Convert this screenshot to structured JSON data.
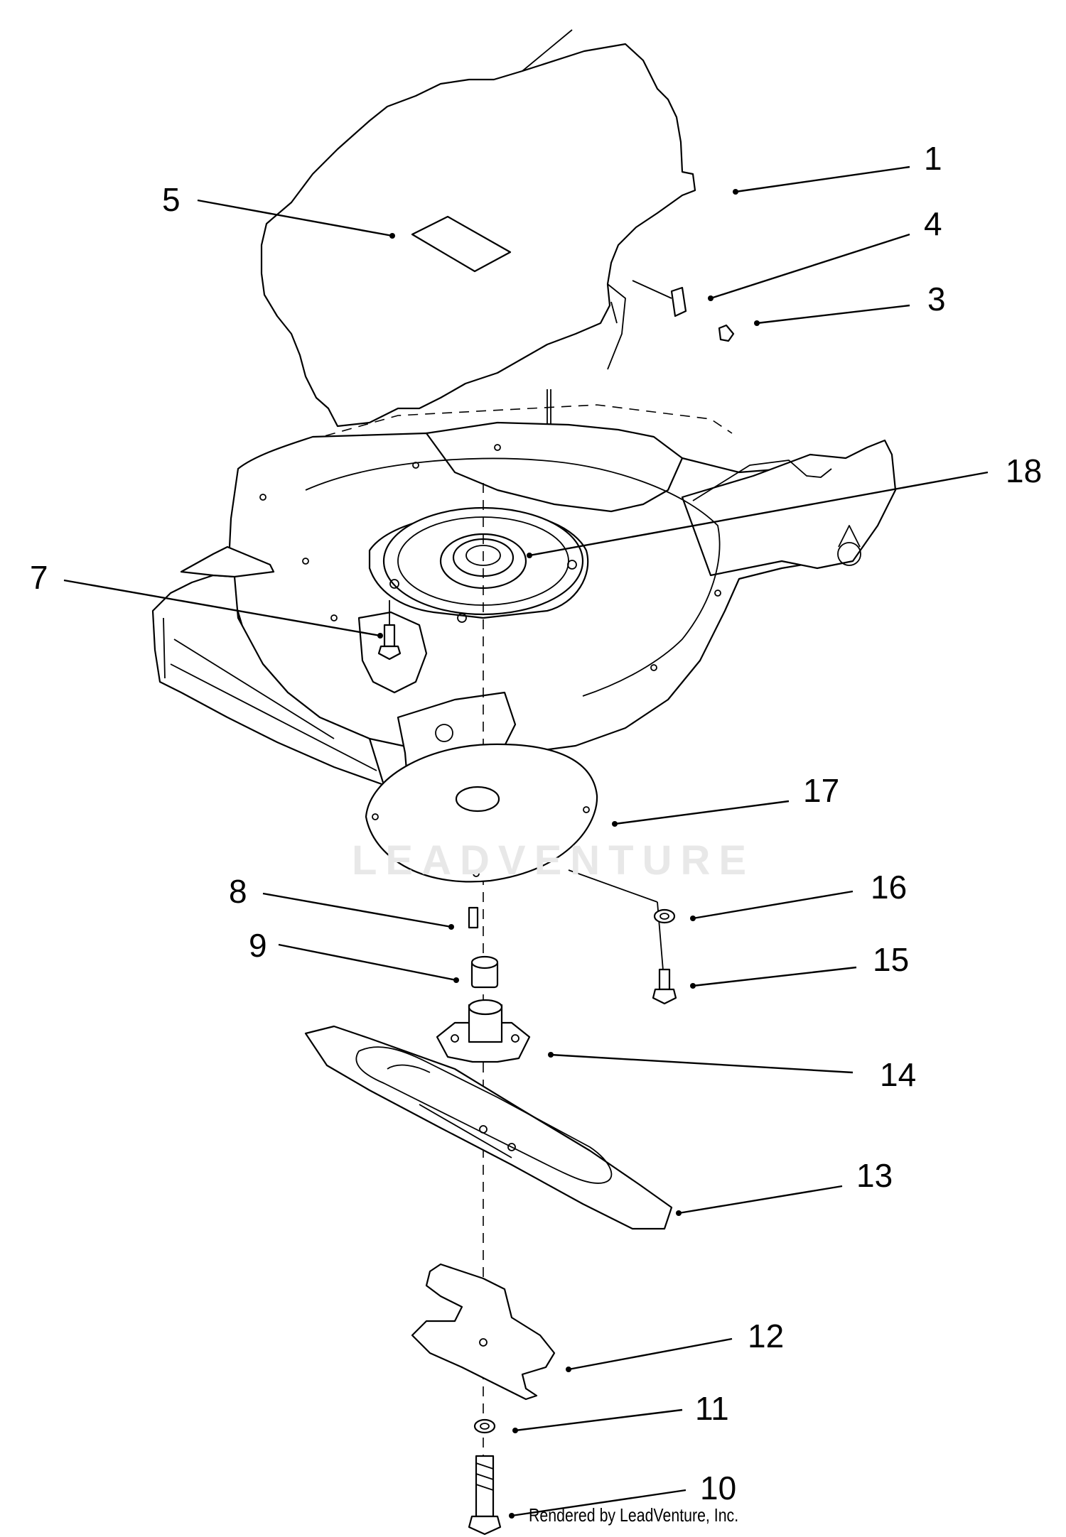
{
  "watermark": "LEADVENTURE",
  "credit": "Rendered by LeadVenture, Inc.",
  "callouts": [
    {
      "id": "1",
      "label": "1"
    },
    {
      "id": "3",
      "label": "3"
    },
    {
      "id": "4",
      "label": "4"
    },
    {
      "id": "5",
      "label": "5"
    },
    {
      "id": "7",
      "label": "7"
    },
    {
      "id": "8",
      "label": "8"
    },
    {
      "id": "9",
      "label": "9"
    },
    {
      "id": "10",
      "label": "10"
    },
    {
      "id": "11",
      "label": "11"
    },
    {
      "id": "12",
      "label": "12"
    },
    {
      "id": "13",
      "label": "13"
    },
    {
      "id": "14",
      "label": "14"
    },
    {
      "id": "15",
      "label": "15"
    },
    {
      "id": "16",
      "label": "16"
    },
    {
      "id": "17",
      "label": "17"
    },
    {
      "id": "18",
      "label": "18"
    }
  ]
}
